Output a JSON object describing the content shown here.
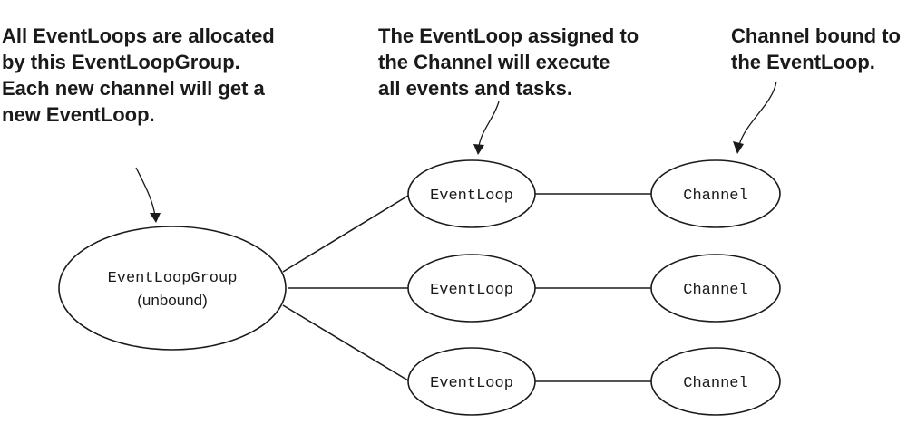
{
  "annotations": {
    "group_note": [
      "All EventLoops are allocated",
      "by this EventLoopGroup.",
      "Each new channel will get a",
      "new EventLoop."
    ],
    "loop_note": [
      "The EventLoop assigned to",
      "the Channel will execute",
      "all events and tasks."
    ],
    "channel_note": [
      "Channel bound to",
      "the EventLoop."
    ]
  },
  "group": {
    "name": "EventLoopGroup",
    "state": "(unbound)"
  },
  "loops": [
    "EventLoop",
    "EventLoop",
    "EventLoop"
  ],
  "channels": [
    "Channel",
    "Channel",
    "Channel"
  ]
}
